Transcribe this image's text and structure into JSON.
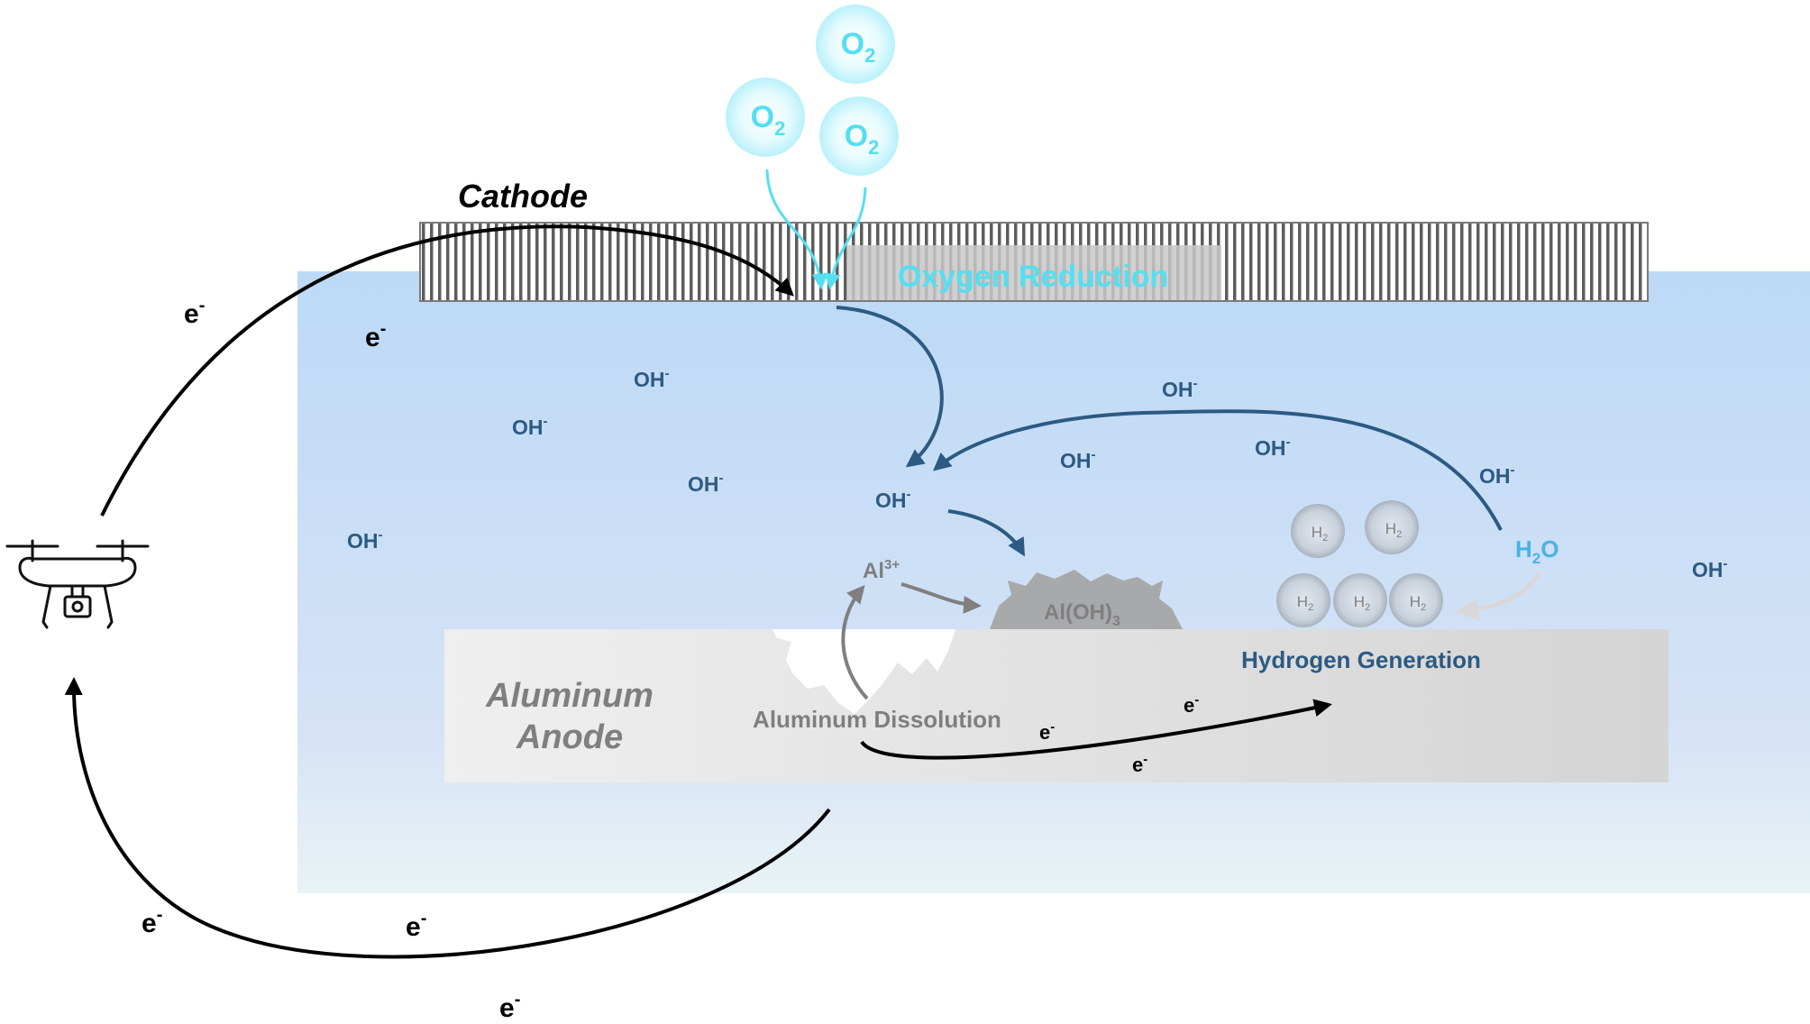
{
  "labels": {
    "cathode": "Cathode",
    "oxygen_reduction": "Oxygen Reduction",
    "anode_line1": "Aluminum",
    "anode_line2": "Anode",
    "aluminum_dissolution": "Aluminum Dissolution",
    "hydrogen_generation": "Hydrogen Generation"
  },
  "species": {
    "o2_base": "O",
    "o2_sub": "2",
    "oh_base": "OH",
    "oh_sup": "-",
    "e_base": "e",
    "e_sup": "-",
    "h2_base": "H",
    "h2_sub": "2",
    "h2o_base": "H",
    "h2o_sub": "2",
    "h2o_end": "O",
    "al_base": "Al",
    "al_sup": "3+",
    "aloh_base": "Al(OH)",
    "aloh_sub": "3"
  },
  "icons": {
    "drone": "drone-with-camera-icon"
  },
  "colors": {
    "electrolyte_top": "#bcd9f6",
    "electrolyte_bottom": "#e9f3f5",
    "ion_blue": "#2c5a82",
    "oxygen_cyan": "#55dff0",
    "water_blue": "#49b3e4",
    "anode_gray": "#d9d9d9",
    "deposit_gray": "#a7a9ab",
    "text_gray": "#7f7f7f",
    "black": "#000000"
  }
}
